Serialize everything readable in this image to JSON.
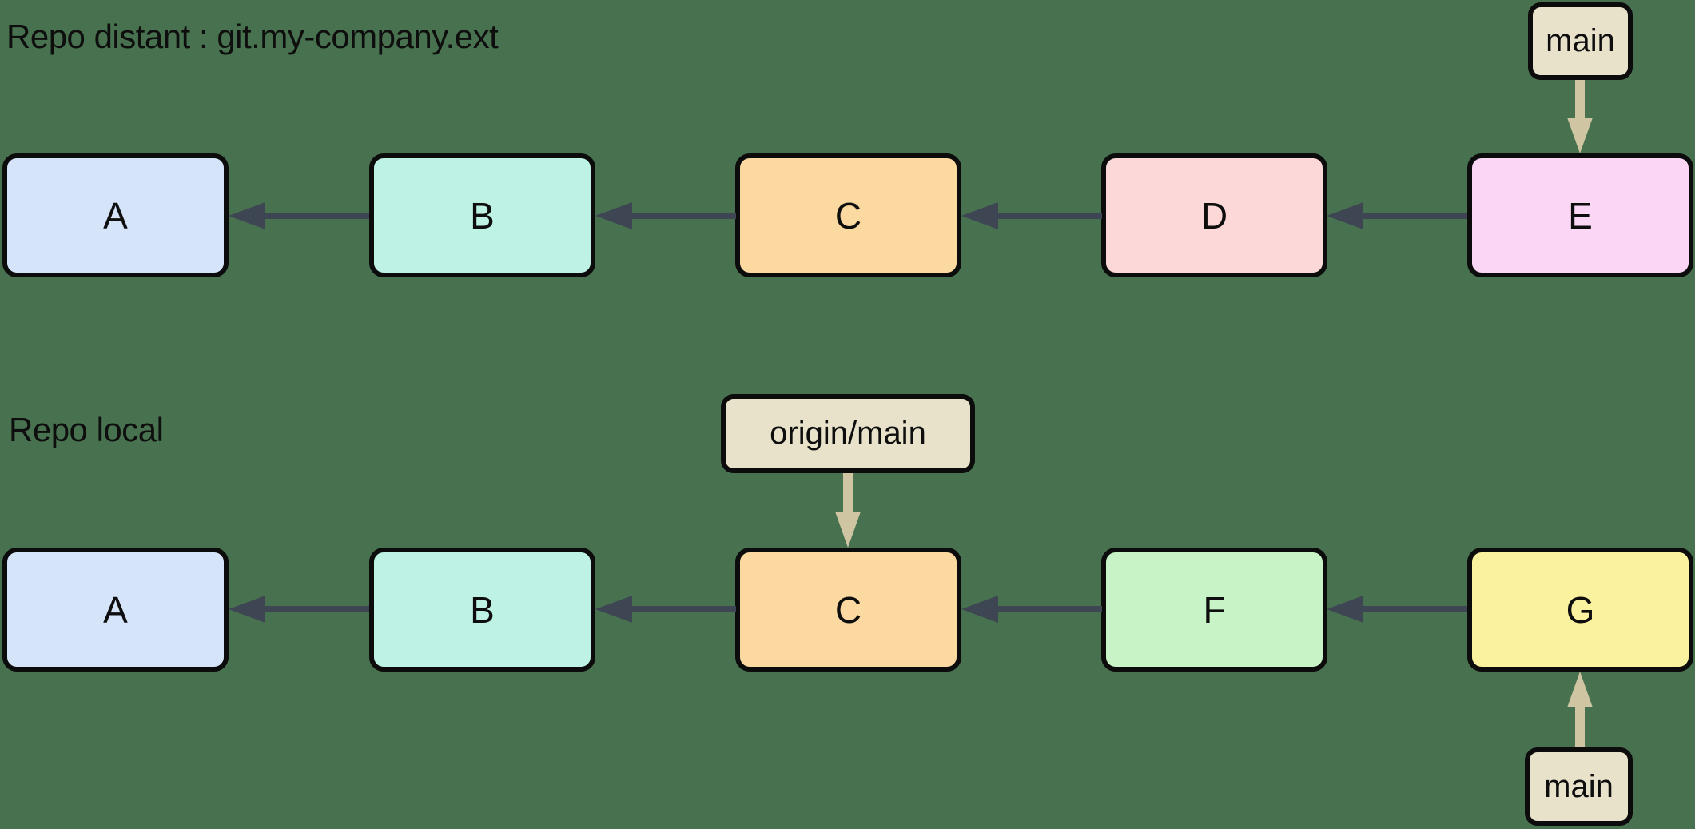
{
  "colors": {
    "background": "#47714f",
    "commit_arrow": "#3e4653",
    "branch_arrow": "#cfc5a2",
    "label_fill": "#e8e2ca",
    "border": "#0c0c0c",
    "text": "#0e0e0e"
  },
  "remote": {
    "title": "Repo distant : git.my-company.ext",
    "branch_label": "main",
    "commits": [
      {
        "label": "A",
        "fill": "#d6e4fa"
      },
      {
        "label": "B",
        "fill": "#bef2e4"
      },
      {
        "label": "C",
        "fill": "#fbd9a0"
      },
      {
        "label": "D",
        "fill": "#fcd8d8"
      },
      {
        "label": "E",
        "fill": "#fbd6f5"
      }
    ]
  },
  "local": {
    "title": "Repo local",
    "remote_tracking_label": "origin/main",
    "branch_label": "main",
    "commits": [
      {
        "label": "A",
        "fill": "#d6e4fa"
      },
      {
        "label": "B",
        "fill": "#bef2e4"
      },
      {
        "label": "C",
        "fill": "#fbd9a0"
      },
      {
        "label": "F",
        "fill": "#c8f3c6"
      },
      {
        "label": "G",
        "fill": "#faf29e"
      }
    ]
  }
}
